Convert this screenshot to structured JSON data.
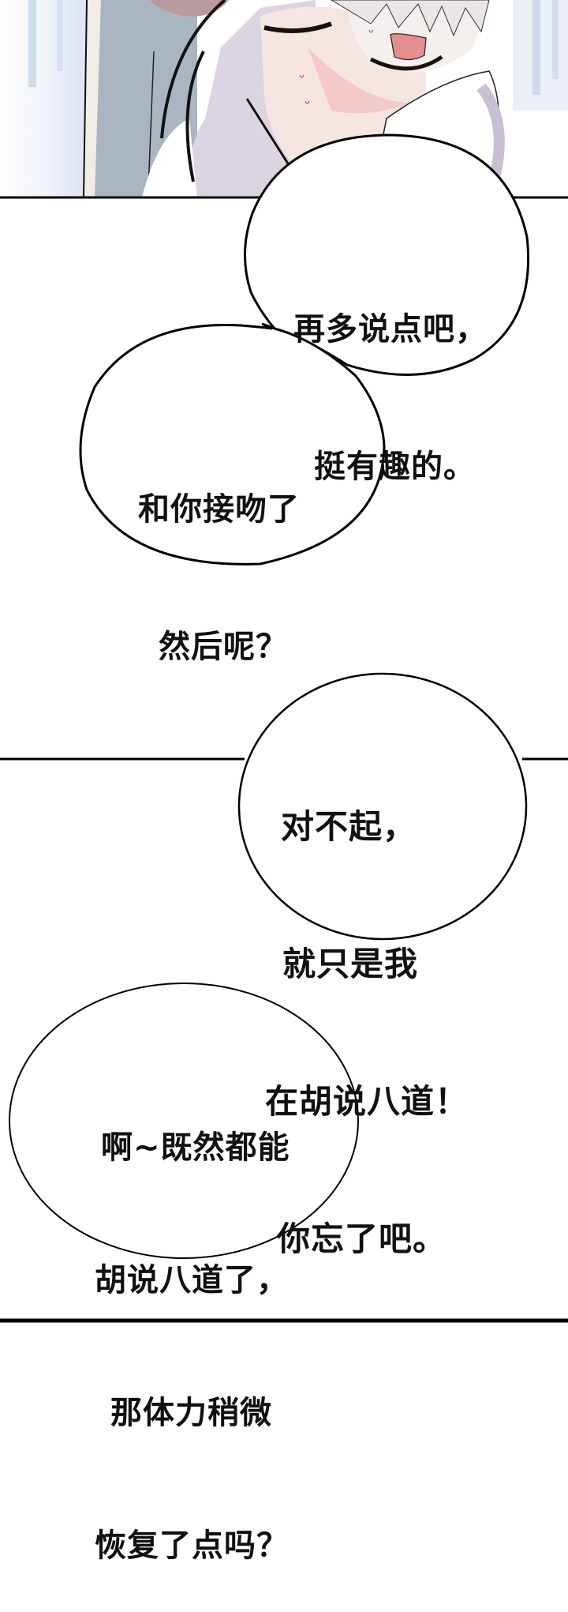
{
  "page": {
    "type": "comic-page",
    "background": "#ffffff",
    "ink": "#000000"
  },
  "panels": [
    {
      "id": "panel-1",
      "description": "character with white hair, open mouth, sweat drops, leaning on another figure",
      "colors": {
        "hair": "#e9e6e6",
        "skin": "#f6e3df",
        "blush": "#f2b7b3",
        "mouth": "#e48c8c",
        "shirt": "#d9d2e0",
        "coat": "#a9b7c2",
        "speedlines": "#c9d5ea"
      }
    }
  ],
  "bubbles": [
    {
      "id": "bubble-1",
      "lines": [
        "再多说点吧，",
        "挺有趣的。"
      ]
    },
    {
      "id": "bubble-2",
      "lines": [
        "和你接吻了",
        "然后呢？"
      ]
    },
    {
      "id": "bubble-3",
      "lines": [
        "对不起，",
        "就只是我",
        "在胡说八道！",
        "你忘了吧。"
      ]
    },
    {
      "id": "bubble-4",
      "lines": [
        "啊~既然都能",
        "胡说八道了，",
        "那体力稍微",
        "恢复了点吗？"
      ]
    }
  ]
}
